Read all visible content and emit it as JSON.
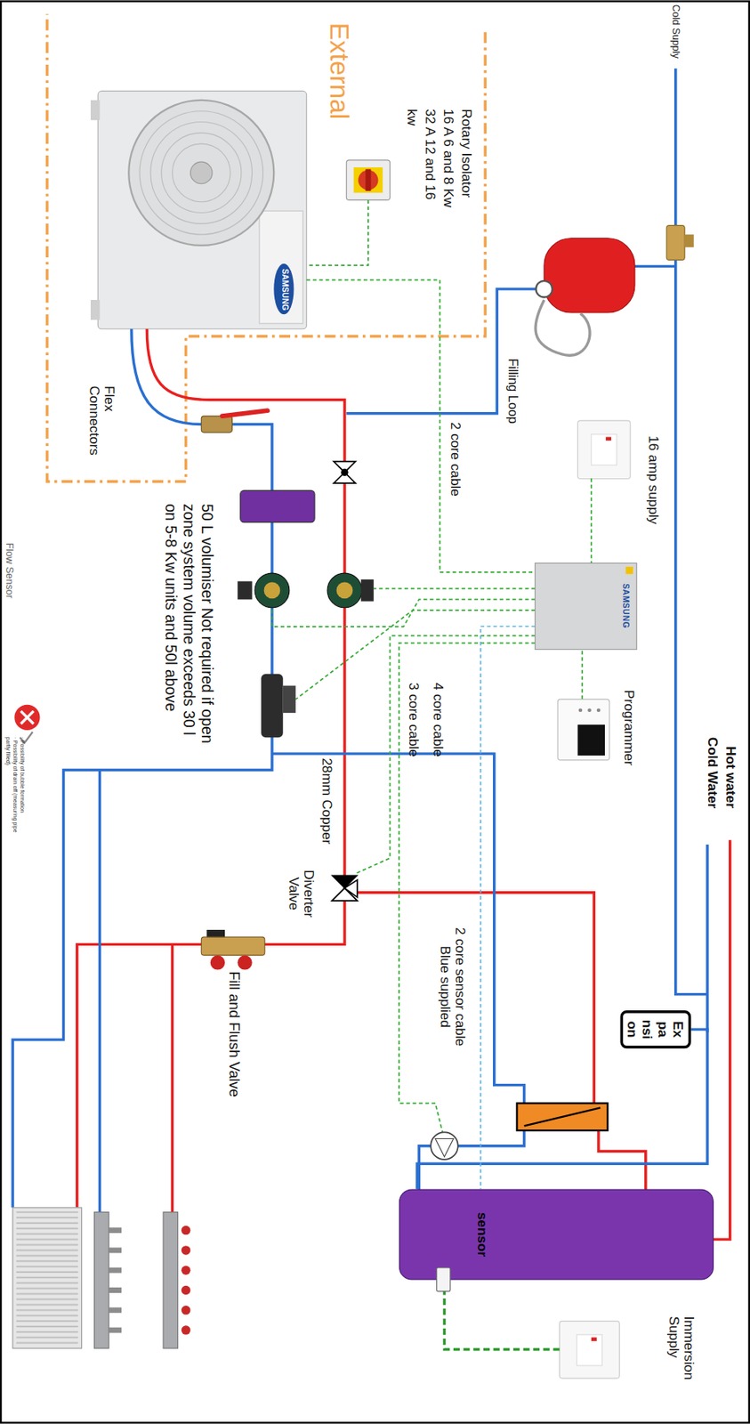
{
  "diagram": {
    "nodes": [
      {
        "text": [
          "SAMSUNG"
        ]
      },
      {
        "text": [
          "Programmer"
        ]
      },
      {
        "text": [
          "16 amp supply"
        ]
      },
      {
        "text": [
          "Ex pa nsi on"
        ]
      },
      {
        "text": [
          "sensor"
        ]
      },
      {
        "text": [
          "Immersion Supply"
        ]
      }
    ],
    "edges": [
      {
        "from": 2,
        "to": 0,
        "arrow": "none"
      },
      {
        "from": 1,
        "to": 0,
        "arrow": "none"
      },
      {
        "from": 3,
        "to": 4,
        "arrow": "none"
      },
      {
        "from": 5,
        "to": 4,
        "arrow": "none"
      },
      {
        "from": 0,
        "to": 4,
        "arrow": "none"
      }
    ],
    "labels": [
      "External",
      "Cold Supply",
      "Rotary Isolator 16 A 6 and 8 Kw 32 A 12 and 16 kw",
      "SAMSUNG",
      "Filling Loop",
      "2 core cable",
      "Flex Connectors",
      "50 L volumiser Not required if open zone system volume exceeds 30 l on 5-8 Kw units and 50l above",
      "Hot water",
      "Cold Water",
      "4 core cable",
      "3 core cable",
      "28mm Copper",
      "Diverter Valve",
      "2 core sensor cable Blue supplied",
      "Fill and Flush Valve",
      "Flow Sensor",
      "· Possibility of bubble formation",
      "· Possibility of drain off (measuring pipe partly filled)"
    ]
  }
}
